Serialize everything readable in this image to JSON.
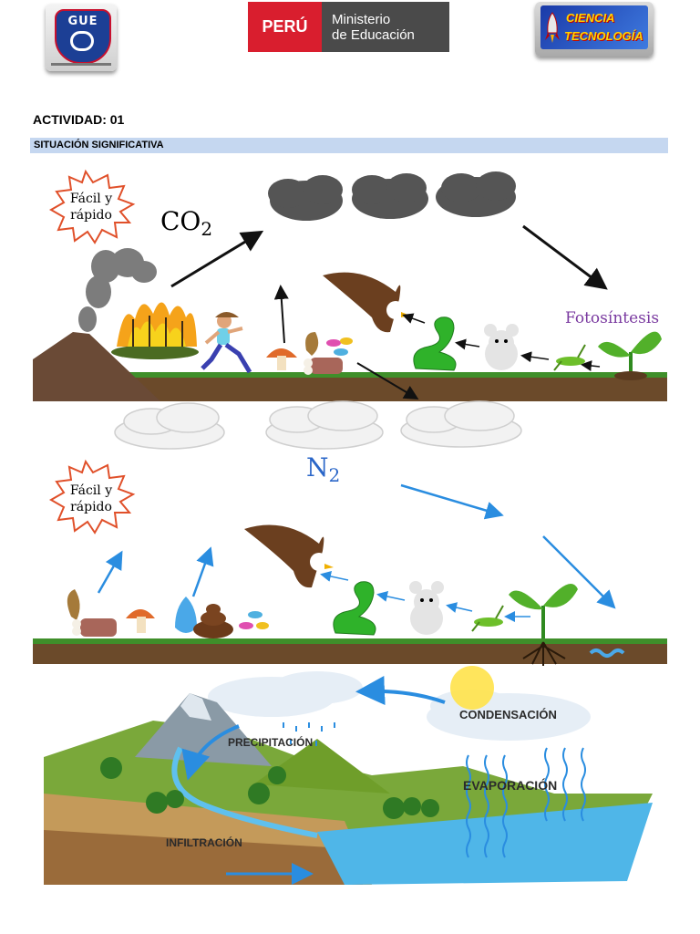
{
  "header": {
    "gue_logo_text": "GUE",
    "minedu": {
      "country": "PERÚ",
      "line1": "Ministerio",
      "line2": "de Educación"
    },
    "ct_logo": {
      "line1": "CIENCIA",
      "line2": "TECNOLOGÍA"
    }
  },
  "activity": {
    "title": "ACTIVIDAD: 01",
    "section": "SITUACIÓN SIGNIFICATIVA"
  },
  "carbon_cycle": {
    "badge_line1": "Fácil y",
    "badge_line2": "rápido",
    "gas": "CO",
    "gas_sub": "2",
    "process": "Fotosíntesis"
  },
  "nitrogen_cycle": {
    "badge_line1": "Fácil y",
    "badge_line2": "rápido",
    "gas": "N",
    "gas_sub": "2"
  },
  "water_cycle": {
    "condensation": "CONDENSACIÓN",
    "precipitation": "PRECIPITACIÓN",
    "evaporation": "EVAPORACIÓN",
    "infiltration": "INFILTRACIÓN"
  },
  "colors": {
    "accent_red": "#d91e2e",
    "banner_blue": "#c5d7f0",
    "arrow_blue": "#2a8de0"
  }
}
